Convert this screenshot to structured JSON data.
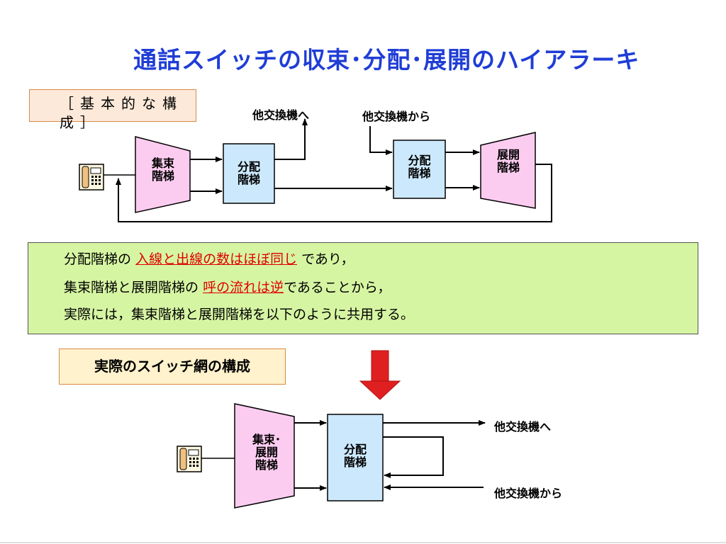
{
  "title": "通話スイッチの収束･分配･展開のハイアラーキ",
  "basic_config": {
    "label": "［基本的な構成］",
    "concentration_stage": "集束\n階梯",
    "distribution_stage_1": "分配\n階梯",
    "distribution_stage_2": "分配\n階梯",
    "expansion_stage": "展開\n階梯",
    "to_other_exchange": "他交換機へ",
    "from_other_exchange": "他交換機から"
  },
  "note": {
    "line1_prefix": "分配階梯の",
    "line1_highlight": "入線と出線の数はほぼ同じ",
    "line1_suffix": "であり，",
    "line2_prefix": "集束階梯と展開階梯の",
    "line2_highlight": "呼の流れは逆",
    "line2_suffix": "であることから，",
    "line3": "実際には，集束階梯と展開階梯を以下のように共用する。"
  },
  "actual_config": {
    "label": "実際のスイッチ網の構成",
    "combined_stage": "集束･\n展開\n階梯",
    "distribution_stage": "分配\n階梯",
    "to_other_exchange": "他交換機へ",
    "from_other_exchange": "他交換機から"
  },
  "colors": {
    "title": "#1f3dd6",
    "stage_pink": "#fcccf0",
    "stage_blue": "#cce8fc",
    "note_bg": "#d6f5a3",
    "highlight": "#e00000",
    "down_arrow": "#e02020"
  },
  "icons": {
    "telephone": "telephone-icon",
    "down_arrow": "down-arrow-icon"
  }
}
